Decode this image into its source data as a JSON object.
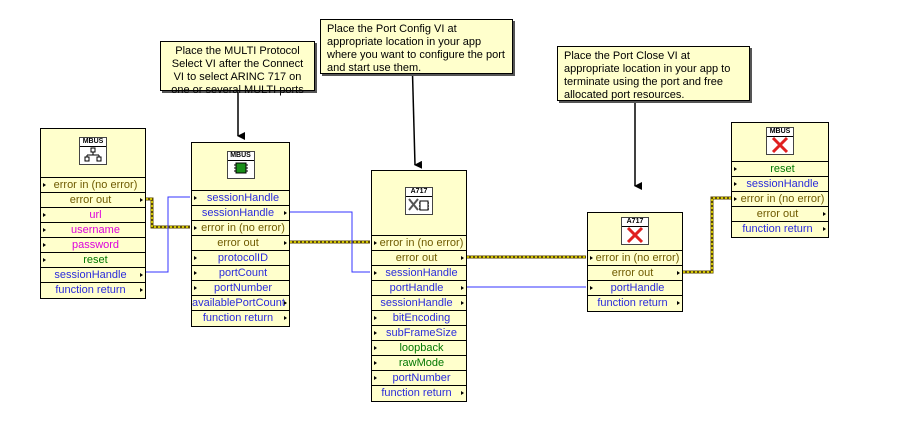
{
  "notes": {
    "multi_select": "Place the MULTI Protocol Select VI after the Connect VI to select ARINC 717 on one or several MULTI ports",
    "port_config": "Place the Port Config VI at appropriate location in your app where you want to configure the port and start use them.",
    "port_close": "Place the Port Close VI at appropriate location in your app to terminate using the port and free allocated port resources."
  },
  "connect_vi": {
    "icon_label": "MBUS",
    "icon": "network-nodes-icon",
    "rows": [
      "error in (no error)",
      "error out",
      "url",
      "username",
      "password",
      "reset",
      "sessionHandle",
      "function return"
    ]
  },
  "multi_select_vi": {
    "icon_label": "MBUS",
    "icon": "green-chip-icon",
    "rows": [
      "sessionHandle",
      "sessionHandle",
      "error in (no error)",
      "error out",
      "protocolID",
      "portCount",
      "portNumber",
      "availablePortCount",
      "function return"
    ]
  },
  "port_config_vi": {
    "icon_label": "A717",
    "icon": "tools-chip-icon",
    "rows": [
      "error in (no error)",
      "error out",
      "sessionHandle",
      "portHandle",
      "sessionHandle",
      "bitEncoding",
      "subFrameSize",
      "loopback",
      "rawMode",
      "portNumber",
      "function return"
    ]
  },
  "port_close_vi": {
    "icon_label": "A717",
    "icon": "red-x-icon",
    "rows": [
      "error in (no error)",
      "error out",
      "portHandle",
      "function return"
    ]
  },
  "disconnect_vi": {
    "icon_label": "MBUS",
    "icon": "red-x-icon",
    "rows": [
      "reset",
      "sessionHandle",
      "error in (no error)",
      "error out",
      "function return"
    ]
  },
  "colors": {
    "note_bg": "#ffffcc",
    "error_wire": "#5c4a00",
    "error_wire_dash": "#f5e900",
    "session_wire": "#3333ff"
  }
}
